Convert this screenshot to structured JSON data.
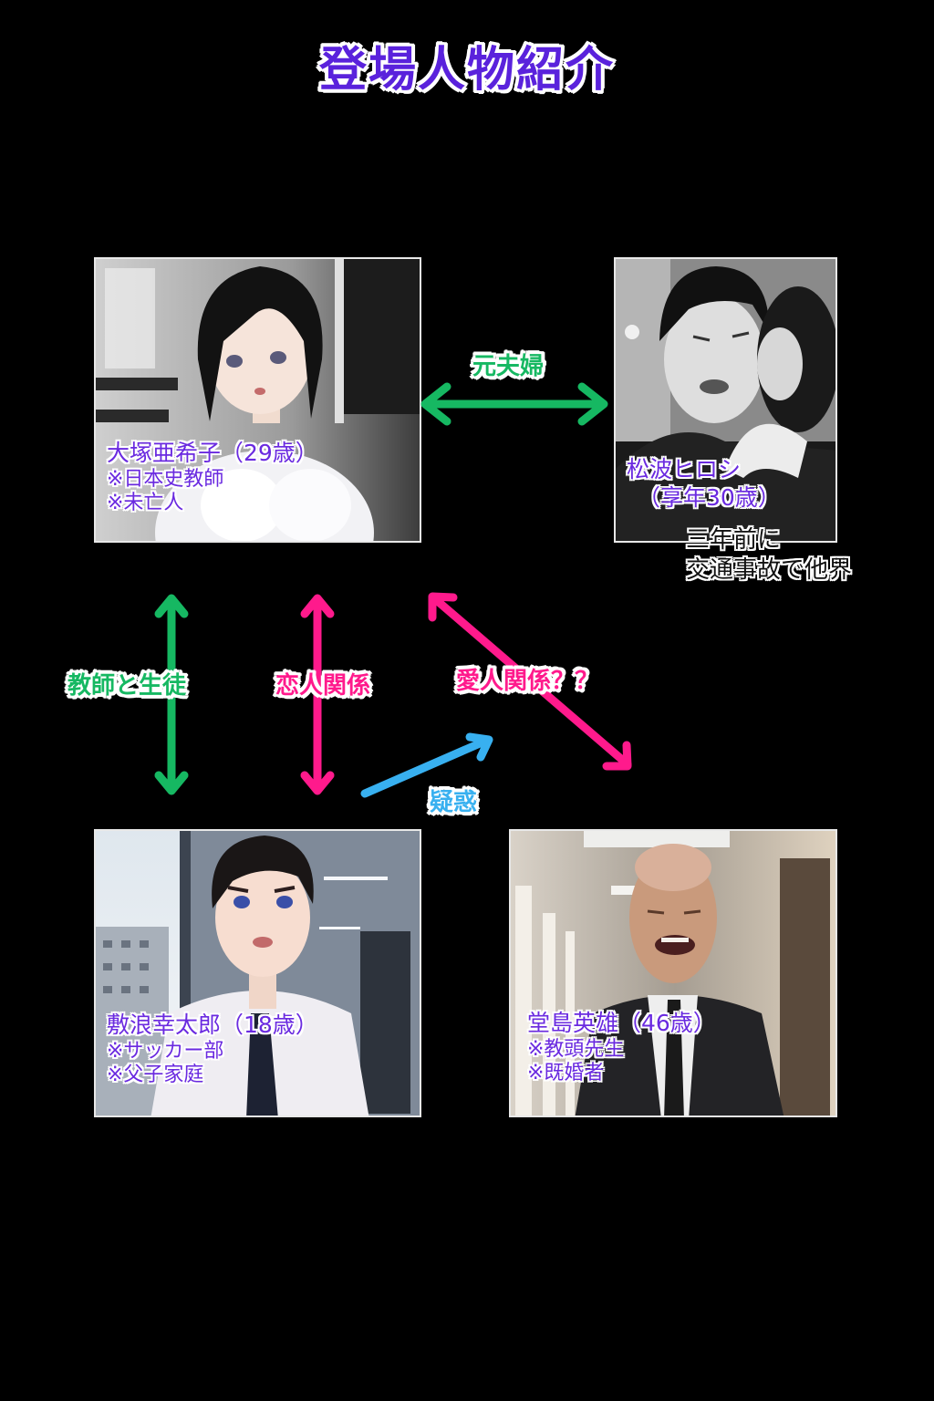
{
  "title": "登場人物紹介",
  "colors": {
    "background": "#000000",
    "name_text": "#6a2ae0",
    "title_text": "#5a22dc",
    "green": "#16b862",
    "pink": "#ff1a8c",
    "blue": "#38b0f0",
    "white_text": "#111111"
  },
  "characters": [
    {
      "id": "akiko",
      "name": "大塚亜希子（29歳）",
      "notes": [
        "※日本史教師",
        "※未亡人"
      ],
      "image_desc": "Short black-haired woman in white blouse, classroom background"
    },
    {
      "id": "hiroshi",
      "name": "松波ヒロシ",
      "age_line": "（享年30歳）",
      "caption": [
        "三年前に",
        "交通事故で他界"
      ],
      "image_desc": "Monochrome image of young man being kissed on cheek by woman"
    },
    {
      "id": "kotaro",
      "name": "敷浪幸太郎（18歳）",
      "notes": [
        "※サッカー部",
        "※父子家庭"
      ],
      "image_desc": "Young man in white shirt and tie, school hallway background"
    },
    {
      "id": "hideo",
      "name": "堂島英雄（46歳）",
      "notes": [
        "※教頭先生",
        "※既婚者"
      ],
      "image_desc": "Bald laughing man in vest and tie, school hallway background"
    }
  ],
  "relations": [
    {
      "id": "former-spouses",
      "label": "元夫婦",
      "from": "akiko",
      "to": "hiroshi",
      "color": "green",
      "type": "bidirectional"
    },
    {
      "id": "teacher-student",
      "label": "教師と生徒",
      "from": "akiko",
      "to": "kotaro",
      "color": "green",
      "type": "bidirectional"
    },
    {
      "id": "lovers",
      "label": "恋人関係",
      "from": "akiko",
      "to": "kotaro",
      "color": "pink",
      "type": "bidirectional"
    },
    {
      "id": "affair",
      "label": "愛人関係？？",
      "from": "akiko",
      "to": "hideo",
      "color": "pink",
      "type": "bidirectional"
    },
    {
      "id": "suspicion",
      "label": "疑惑",
      "from": "kotaro",
      "to": "affair",
      "color": "blue",
      "type": "unidirectional"
    }
  ]
}
